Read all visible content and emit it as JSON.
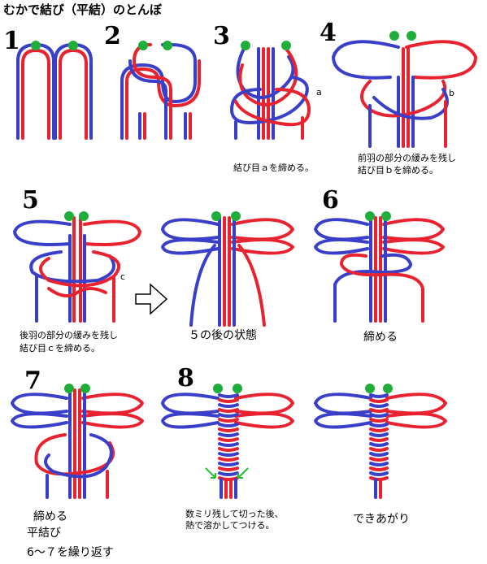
{
  "title": "むかで結び（平結）のとんぼ",
  "colors": {
    "red": "#e8232f",
    "blue": "#3a3fc9",
    "head": "#1fae3a",
    "arrow": "#1fc02a"
  },
  "steps": [
    {
      "number": "1",
      "caption": []
    },
    {
      "number": "2",
      "caption": []
    },
    {
      "number": "3",
      "caption": [
        "結び目ａを締める。"
      ],
      "marker": "a"
    },
    {
      "number": "4",
      "caption": [
        "前羽の部分の緩みを残し",
        "結び目ｂを締める。"
      ],
      "marker": "b"
    },
    {
      "number": "5",
      "caption": [
        "後羽の部分の緩みを残し",
        "結び目ｃを締める。"
      ],
      "marker": "c"
    },
    {
      "number": "",
      "caption": [
        "５の後の状態"
      ]
    },
    {
      "number": "6",
      "caption": [
        "締める"
      ]
    },
    {
      "number": "7",
      "caption": [
        "締める",
        "平結び",
        "6～７を繰り返す"
      ]
    },
    {
      "number": "8",
      "caption": [
        "数ミリ残して切った後、",
        "熱で溶かしてつける。"
      ]
    },
    {
      "number": "",
      "caption": [
        "できあがり"
      ]
    }
  ]
}
